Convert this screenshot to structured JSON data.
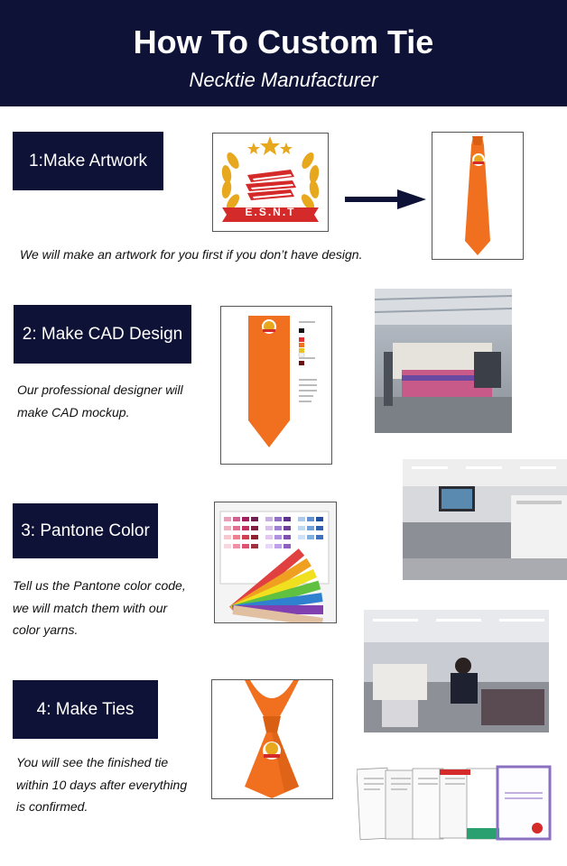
{
  "header": {
    "title": "How To Custom Tie",
    "subtitle": "Necktie Manufacturer"
  },
  "steps": [
    {
      "label": "1:Make Artwork",
      "desc_lines": [
        "We will make an artwork for you first if you don’t have design."
      ]
    },
    {
      "label": "2: Make CAD Design",
      "desc_lines": [
        "Our professional designer will",
        "make CAD mockup."
      ]
    },
    {
      "label": "3: Pantone Color",
      "desc_lines": [
        "Tell us the Pantone color code,",
        "we will match them with our",
        "color yarns."
      ]
    },
    {
      "label": "4: Make Ties",
      "desc_lines": [
        "You will see the finished tie",
        "within 10 days after everything",
        "is confirmed."
      ]
    }
  ],
  "logo": {
    "text": "E.S.N.T"
  },
  "colors": {
    "navy": "#0e1236",
    "orange": "#f07020",
    "logo_red": "#d42a2a",
    "logo_gold": "#e8a81e"
  }
}
